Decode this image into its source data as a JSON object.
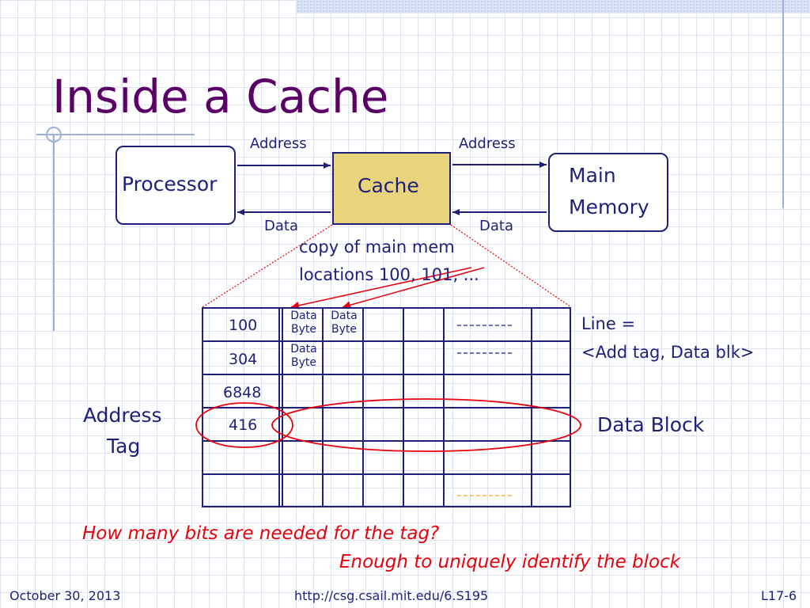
{
  "slide": {
    "title": "Inside a Cache",
    "footer": {
      "date": "October 30, 2013",
      "url": "http://csg.csail.mit.edu/6.S195",
      "page": "L17-6"
    }
  },
  "diagram": {
    "processor_label": "Processor",
    "cache_label": "Cache",
    "memory_label_line1": "Main",
    "memory_label_line2": "Memory",
    "address_label_left": "Address",
    "address_label_right": "Address",
    "data_label_left": "Data",
    "data_label_right": "Data",
    "copy_note_line1": "copy of main mem",
    "copy_note_line2": "locations 100, 101, ...",
    "tags": [
      "100",
      "304",
      "6848",
      "416"
    ],
    "data_byte_label": [
      "Data",
      "Byte"
    ],
    "line_def_line1": "Line =",
    "line_def_line2": "<Add tag, Data blk>",
    "data_block_label": "Data Block",
    "address_tag_line1": "Address",
    "address_tag_line2": "Tag",
    "question": "How many bits are needed for the tag?",
    "answer": "Enough to uniquely identify the block"
  },
  "colors": {
    "title": "#5a0066",
    "ink": "#1f1f7a",
    "cache_fill": "#e8d47c",
    "highlight_red": "#e8000b",
    "dashed_orange": "#f0a030"
  }
}
